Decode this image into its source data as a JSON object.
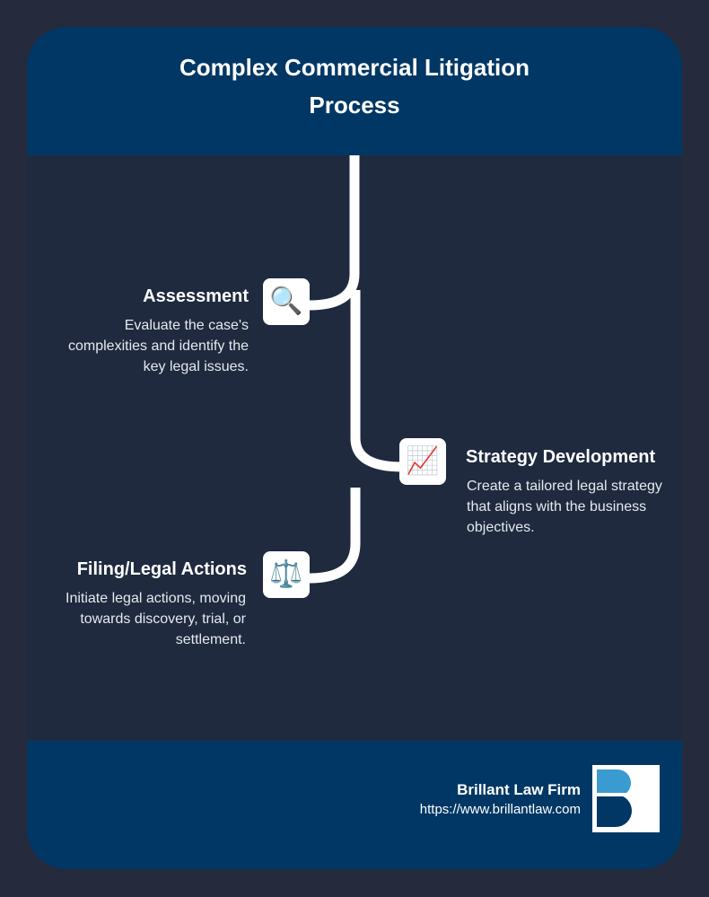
{
  "header": {
    "title_line1": "Complex Commercial Litigation",
    "title_line2": "Process"
  },
  "steps": [
    {
      "title": "Assessment",
      "icon": "magnifying-glass-icon",
      "glyph": "🔍",
      "desc_lines": [
        "Evaluate the case's",
        "complexities and identify the",
        "key legal issues."
      ]
    },
    {
      "title": "Strategy Development",
      "icon": "chart-increasing-icon",
      "glyph": "📈",
      "desc_lines": [
        "Create a tailored legal strategy",
        "that aligns with the business",
        "objectives."
      ]
    },
    {
      "title": "Filing/Legal Actions",
      "icon": "balance-scale-icon",
      "glyph": "⚖️",
      "desc_lines": [
        "Initiate legal actions, moving",
        "towards discovery, trial, or",
        "settlement."
      ]
    }
  ],
  "footer": {
    "firm_name": "Brillant Law Firm",
    "firm_url": "https://www.brillantlaw.com",
    "logo_icon": "brillant-b-logo-icon"
  },
  "colors": {
    "page_background": "#252a3c",
    "header_footer": "#003764",
    "body_background": "#1f2a3f",
    "line": "#ffffff",
    "logo_light_blue": "#3a9bd0",
    "logo_dark_blue": "#003764"
  }
}
